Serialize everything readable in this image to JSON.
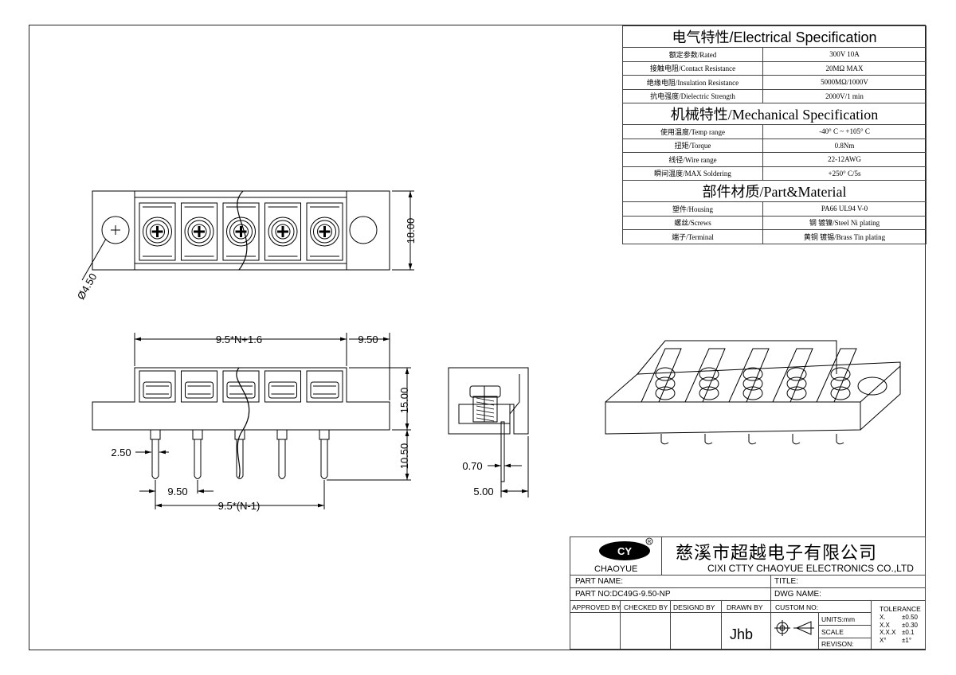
{
  "spec": {
    "electrical_title": "电气特性/Electrical Specification",
    "electrical_rows": [
      {
        "name": "额定参数/Rated",
        "value": "300V  10A"
      },
      {
        "name": "接触电阻/Contact Resistance",
        "value": "20MΩ MAX"
      },
      {
        "name": "绝缘电阻/Insulation Resistance",
        "value": "5000MΩ/1000V"
      },
      {
        "name": "抗电强度/Dielectric Strength",
        "value": "2000V/1 min"
      }
    ],
    "mechanical_title": "机械特性/Mechanical Specification",
    "mechanical_rows": [
      {
        "name": "使用温度/Temp range",
        "value": "-40° C ~ +105° C"
      },
      {
        "name": "扭矩/Torque",
        "value": "0.8Nm"
      },
      {
        "name": "线径/Wire range",
        "value": "22-12AWG"
      },
      {
        "name": "瞬间温度/MAX Soldering",
        "value": "+250° C/5s"
      }
    ],
    "material_title": "部件材质/Part&Material",
    "material_rows": [
      {
        "name": "塑件/Housing",
        "value": "PA66 UL94 V-0"
      },
      {
        "name": "螺丝/Screws",
        "value": "钢 镀镍/Steel Ni plating"
      },
      {
        "name": "端子/Terminal",
        "value": "黄铜 镀锡/Brass Tin  plating"
      }
    ]
  },
  "dimensions": {
    "dia": "Ø4.50",
    "height_top": "18.00",
    "width_formula": "9.5*N+1.6",
    "right_ext": "9.50",
    "body_h": "15.00",
    "pin_h": "10.50",
    "pin_w": "2.50",
    "pitch": "9.50",
    "pitch_formula": "9.5*(N-1)",
    "side_pin": "0.70",
    "side_w": "5.00"
  },
  "titleblock": {
    "brand": "CHAOYUE",
    "company_cn": "慈溪市超越电子有限公司",
    "company_en": "CIXI CTTY CHAOYUE ELECTRONICS CO.,LTD",
    "part_name_label": "PART NAME:",
    "title_label": "TITLE:",
    "part_no_label": "PART NO:DC49G-9.50-NP",
    "dwg_name_label": "DWG NAME:",
    "approved_by": "APPROVED BY",
    "checked_by": "CHECKED BY",
    "designed_by": "DESIGND BY",
    "drawn_by": "DRAWN BY",
    "drawn_by_value": "Jhb",
    "custom_no": "CUSTOM NO:",
    "units": "UNITS:mm",
    "scale": "SCALE",
    "revision": "REVISON:",
    "tolerance_title": "TOLERANCE",
    "tolerance": [
      {
        "k": "X.",
        "v": "±0.50"
      },
      {
        "k": "X.X",
        "v": "±0.30"
      },
      {
        "k": "X.X.X",
        "v": "±0.1"
      },
      {
        "k": "X°",
        "v": "±1°"
      }
    ]
  }
}
